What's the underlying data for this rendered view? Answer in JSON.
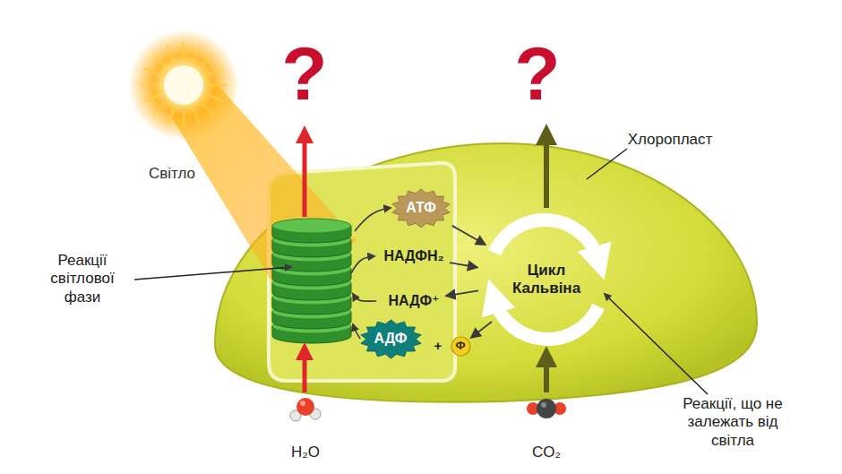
{
  "diagram": {
    "nodes": [
      {
        "text": [
          "АТФ"
        ]
      },
      {
        "text": [
          "НАДФН₂"
        ]
      },
      {
        "text": [
          "НАДФ⁺"
        ]
      },
      {
        "text": [
          "АДФ"
        ]
      },
      {
        "text": [
          "Ф"
        ]
      },
      {
        "text": [
          "Цикл Кальвіна"
        ]
      }
    ],
    "edges": [
      {
        "from": 0,
        "to": 5,
        "arrow": "to"
      },
      {
        "from": 1,
        "to": 5,
        "arrow": "to"
      },
      {
        "from": 5,
        "to": 2,
        "arrow": "to"
      },
      {
        "from": 5,
        "to": 4,
        "arrow": "to"
      }
    ],
    "labels": [
      "Світло",
      "Реакції світлової фази",
      "?",
      "?",
      "Хлоропласт",
      "Реакції, що не залежать від світла",
      "H₂O",
      "CO₂",
      "+"
    ]
  }
}
